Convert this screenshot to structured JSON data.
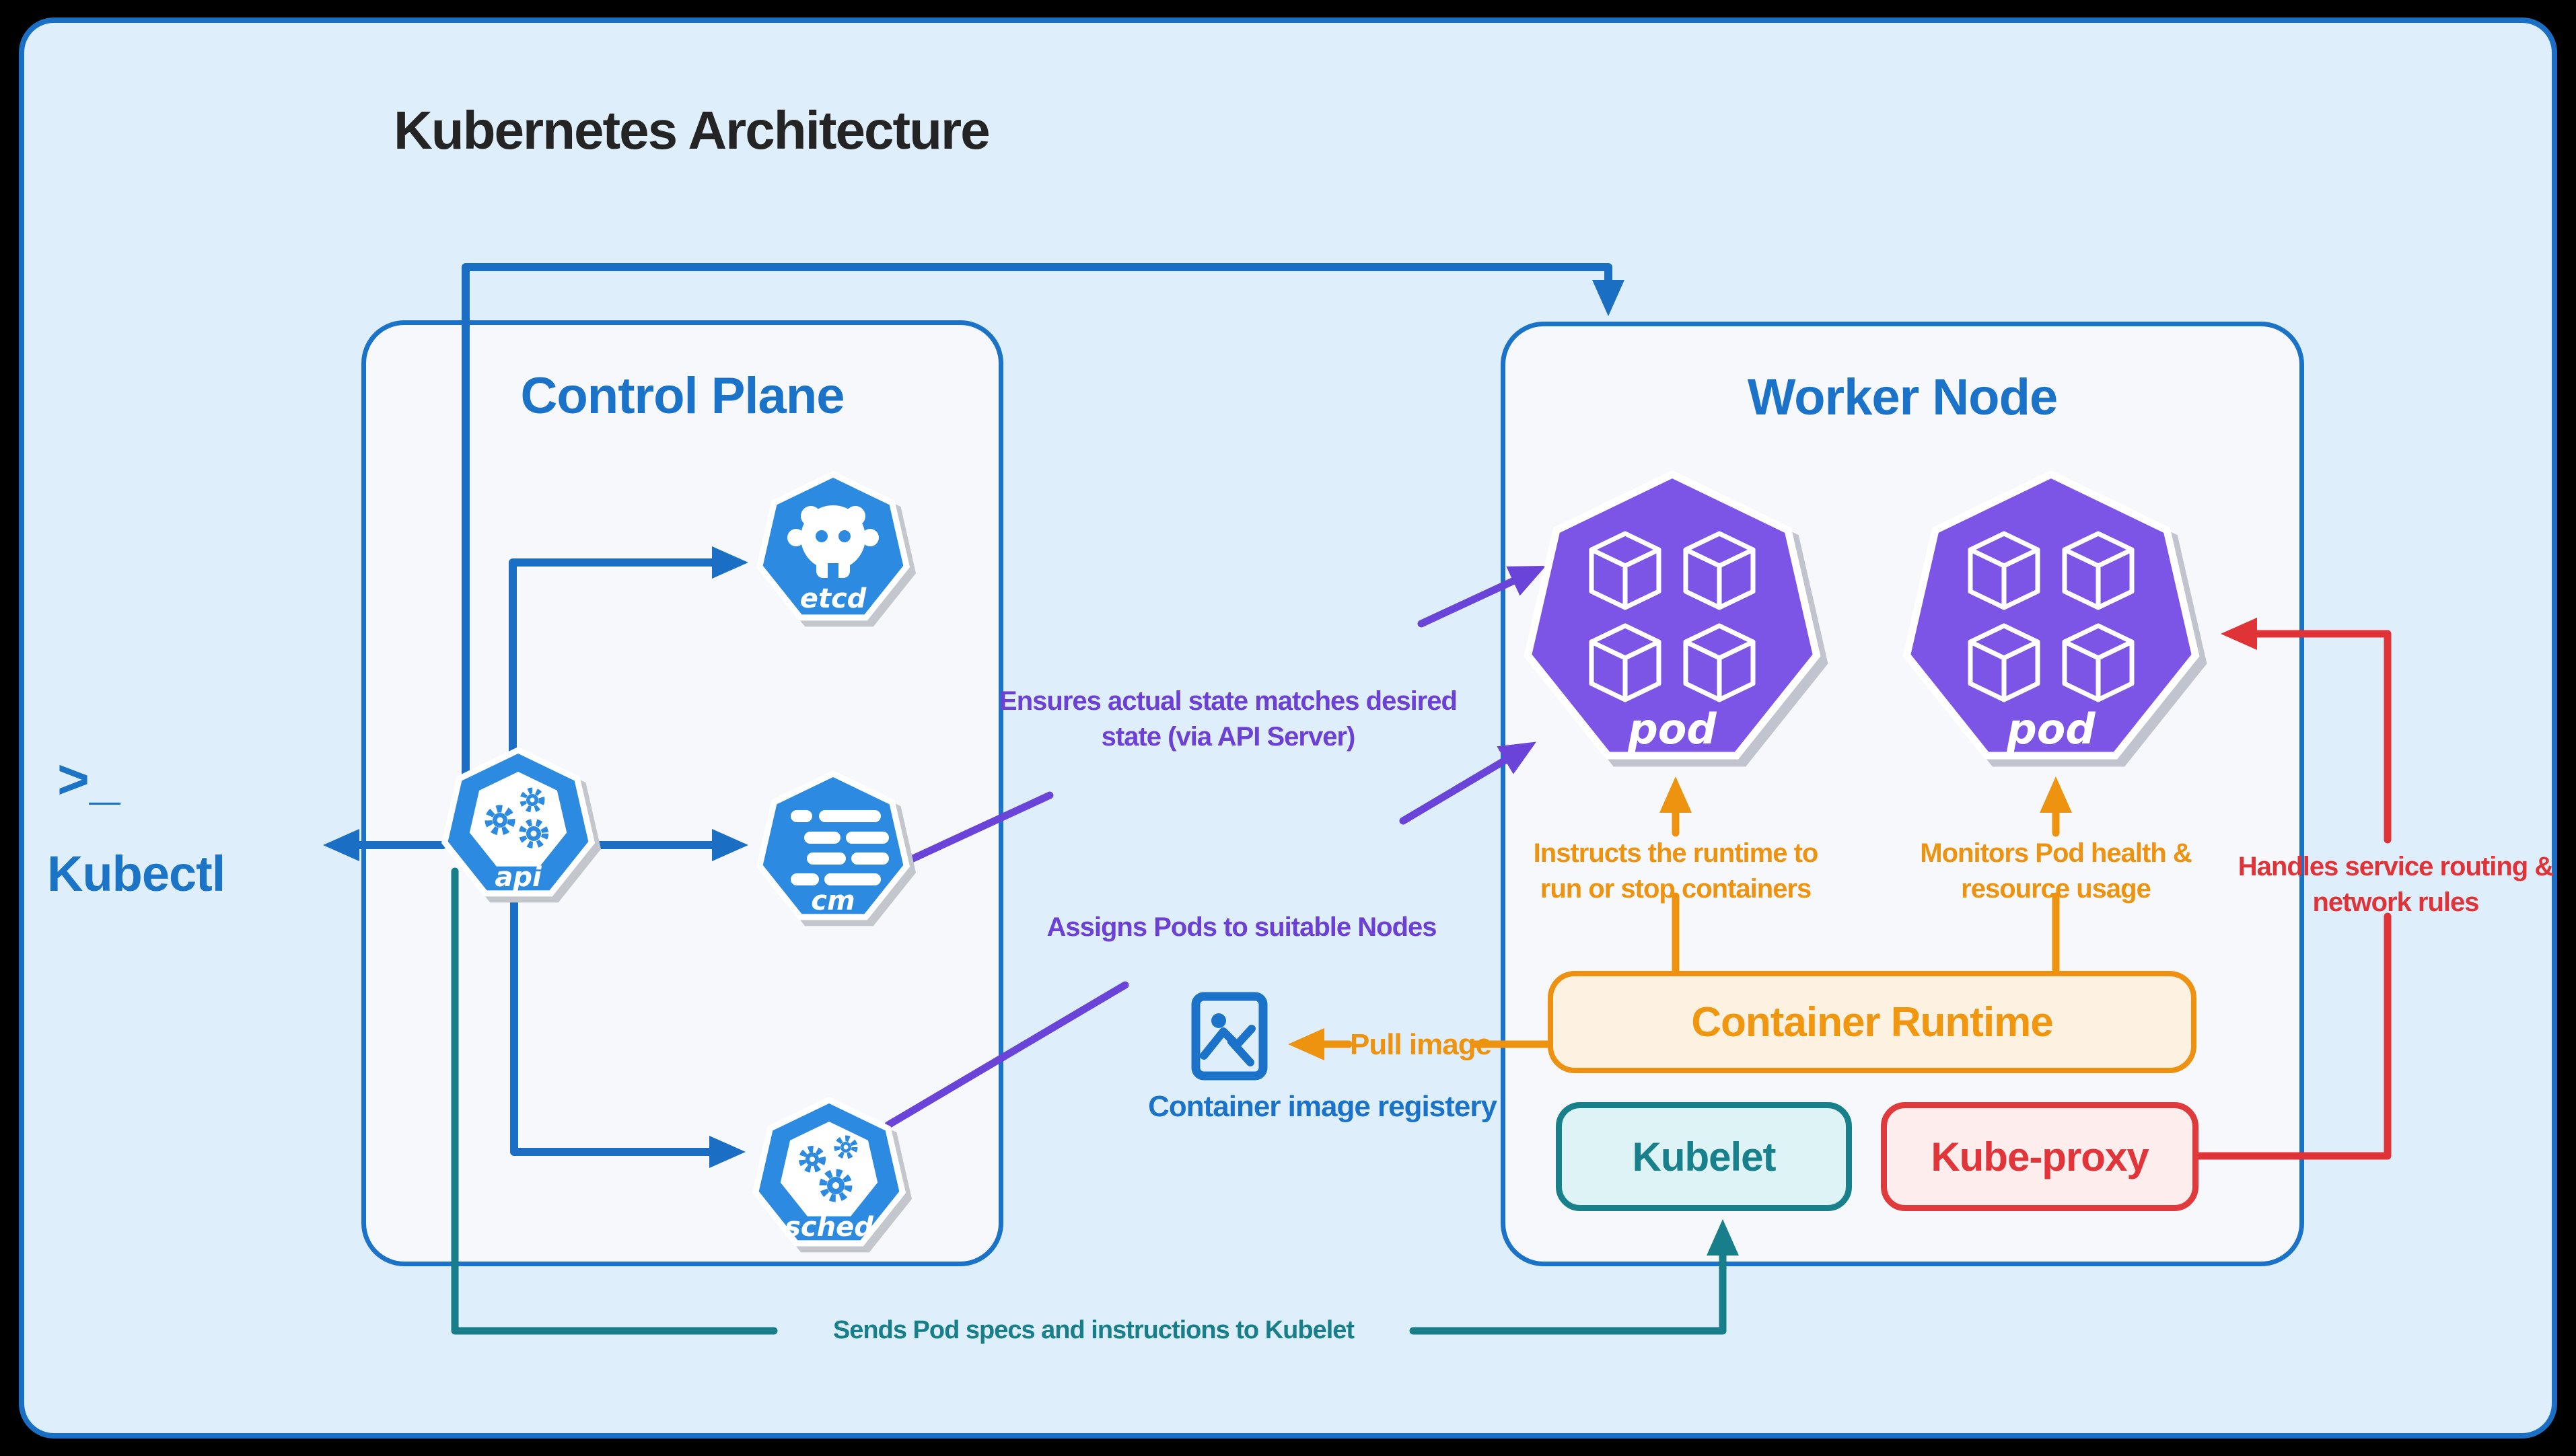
{
  "title": "Kubernetes Architecture",
  "colors": {
    "background": "#deeffb",
    "panel": "#f6f8fb",
    "blue": "#1a73c8",
    "icon_blue": "#2c8be0",
    "pod_purple": "#7c55e6",
    "purple": "#6c3fd5",
    "orange": "#ee9310",
    "teal": "#177e8a",
    "red": "#df3338"
  },
  "kubectl": {
    "prompt": ">_",
    "label": "Kubectl"
  },
  "control_plane": {
    "title": "Control Plane",
    "icons": {
      "etcd": "etcd",
      "cm": "cm",
      "sched": "sched",
      "api": "api"
    }
  },
  "worker_node": {
    "title": "Worker Node",
    "pod_label": "pod",
    "container_runtime": "Container Runtime",
    "kubelet": "Kubelet",
    "kube_proxy": "Kube-proxy"
  },
  "annotations": {
    "ensures": "Ensures actual state matches desired\nstate (via API Server)",
    "assigns": "Assigns Pods to suitable Nodes",
    "instructs": "Instructs the runtime to\nrun or stop containers",
    "monitors": "Monitors Pod health &\nresource usage",
    "pull": "Pull image",
    "registry": "Container image registery",
    "handles": "Handles service routing &\nnetwork rules",
    "sends": "Sends Pod specs and instructions to Kubelet"
  }
}
